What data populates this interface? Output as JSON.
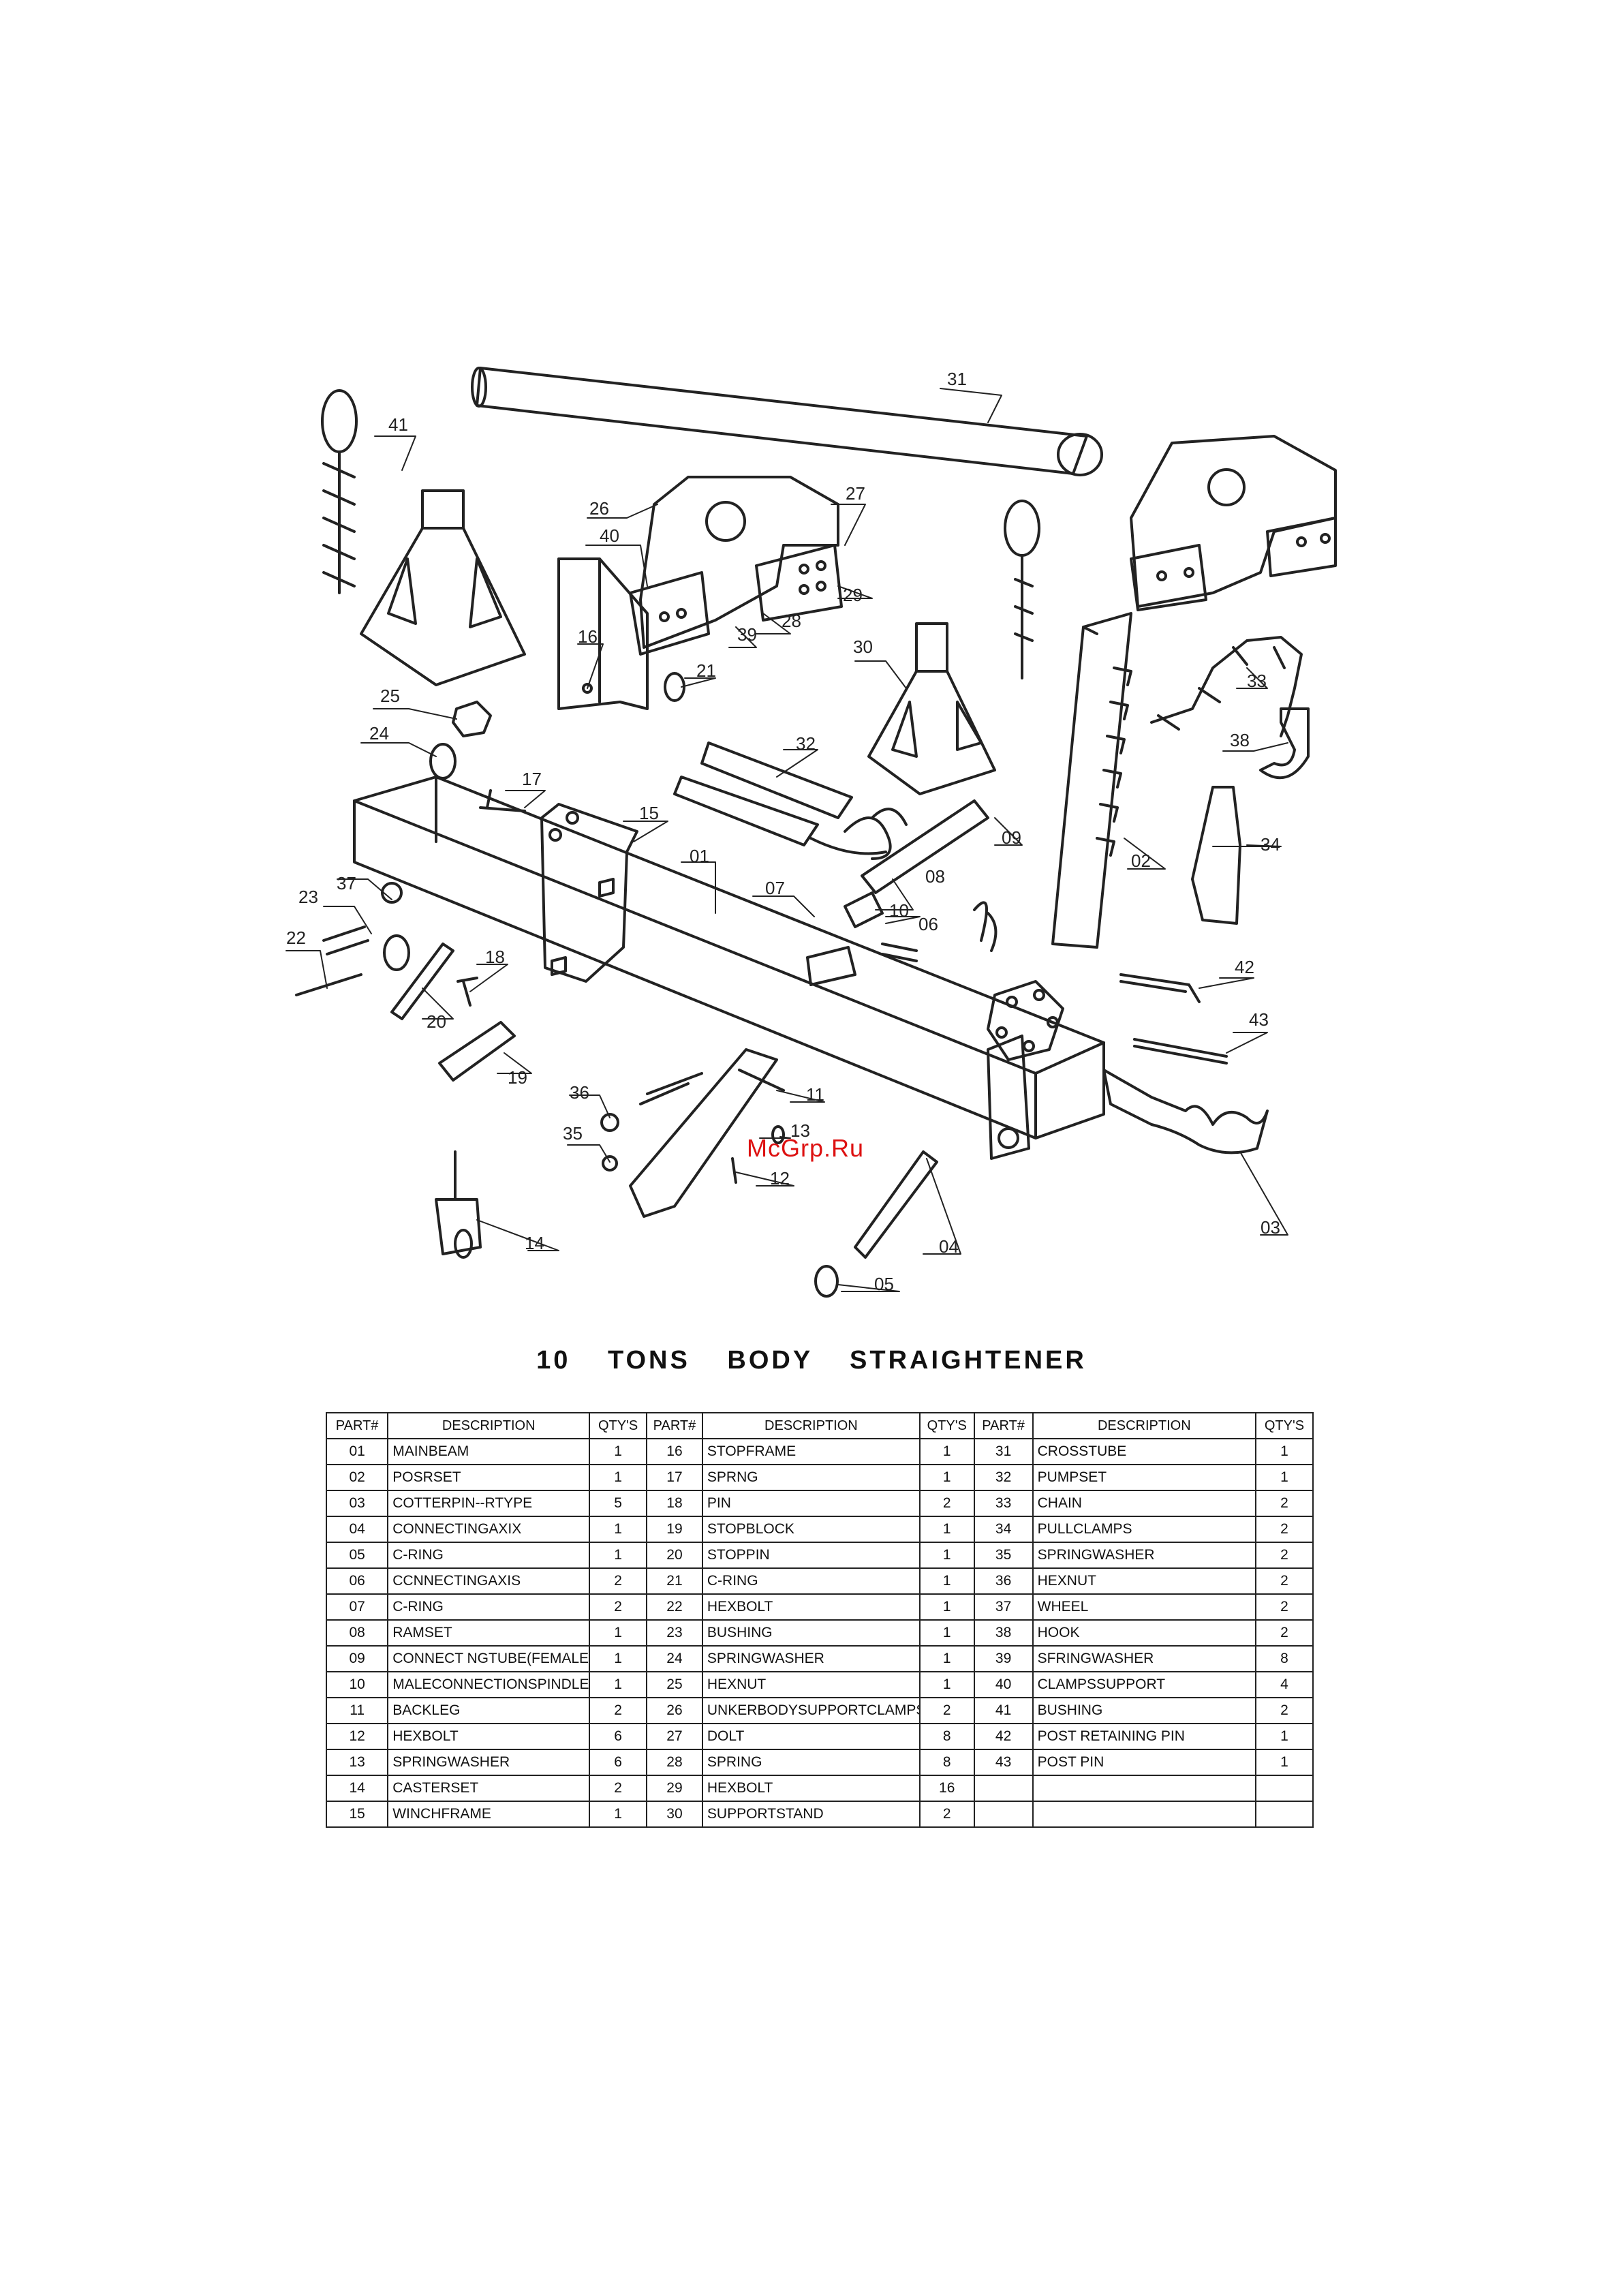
{
  "document": {
    "title": "10 TONS BODY STRAIGHTENER",
    "watermark": "McGrp.Ru"
  },
  "callouts": [
    "01",
    "02",
    "03",
    "04",
    "05",
    "06",
    "07",
    "08",
    "09",
    "10",
    "11",
    "12",
    "13",
    "14",
    "15",
    "16",
    "17",
    "18",
    "19",
    "20",
    "21",
    "22",
    "23",
    "24",
    "25",
    "26",
    "27",
    "28",
    "29",
    "30",
    "31",
    "32",
    "33",
    "34",
    "35",
    "36",
    "37",
    "38",
    "39",
    "40",
    "41",
    "42",
    "43"
  ],
  "table": {
    "headers": [
      "PART#",
      "DESCRIPTION",
      "QTY'S",
      "PART#",
      "DESCRIPTION",
      "QTY'S",
      "PART#",
      "DESCRIPTION",
      "QTY'S"
    ],
    "rows": [
      [
        "01",
        "MAINBEAM",
        "1",
        "16",
        "STOPFRAME",
        "1",
        "31",
        "CROSSTUBE",
        "1"
      ],
      [
        "02",
        "POSRSET",
        "1",
        "17",
        "SPRNG",
        "1",
        "32",
        "PUMPSET",
        "1"
      ],
      [
        "03",
        "COTTERPIN--RTYPE",
        "5",
        "18",
        "PIN",
        "2",
        "33",
        "CHAIN",
        "2"
      ],
      [
        "04",
        "CONNECTINGAXIX",
        "1",
        "19",
        "STOPBLOCK",
        "1",
        "34",
        "PULLCLAMPS",
        "2"
      ],
      [
        "05",
        "C-RING",
        "1",
        "20",
        "STOPPIN",
        "1",
        "35",
        "SPRINGWASHER",
        "2"
      ],
      [
        "06",
        "CCNNECTINGAXIS",
        "2",
        "21",
        "C-RING",
        "1",
        "36",
        "HEXNUT",
        "2"
      ],
      [
        "07",
        "C-RING",
        "2",
        "22",
        "HEXBOLT",
        "1",
        "37",
        "WHEEL",
        "2"
      ],
      [
        "08",
        "RAMSET",
        "1",
        "23",
        "BUSHING",
        "1",
        "38",
        "HOOK",
        "2"
      ],
      [
        "09",
        "CONNECT NGTUBE(FEMALE)",
        "1",
        "24",
        "SPRINGWASHER",
        "1",
        "39",
        "SFRINGWASHER",
        "8"
      ],
      [
        "10",
        "MALECONNECTIONSPINDLE",
        "1",
        "25",
        "HEXNUT",
        "1",
        "40",
        "CLAMPSSUPPORT",
        "4"
      ],
      [
        "11",
        "BACKLEG",
        "2",
        "26",
        "UNKERBODYSUPPORTCLAMPS",
        "2",
        "41",
        "BUSHING",
        "2"
      ],
      [
        "12",
        "HEXBOLT",
        "6",
        "27",
        "DOLT",
        "8",
        "42",
        "POST RETAINING PIN",
        "1"
      ],
      [
        "13",
        "SPRINGWASHER",
        "6",
        "28",
        "SPRING",
        "8",
        "43",
        "POST PIN",
        "1"
      ],
      [
        "14",
        "CASTERSET",
        "2",
        "29",
        "HEXBOLT",
        "16",
        "",
        "",
        ""
      ],
      [
        "15",
        "WINCHFRAME",
        "1",
        "30",
        "SUPPORTSTAND",
        "2",
        "",
        "",
        ""
      ]
    ]
  }
}
